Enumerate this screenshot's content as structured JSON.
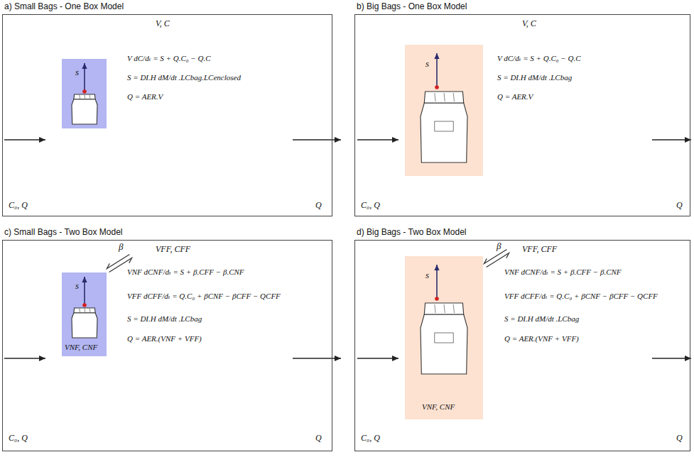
{
  "diagram": {
    "nodes": [
      {
        "text": [
          "a) Small Bags - One Box Model",
          "V, C",
          "V dC/dₜ = S + Q.C₀ − Q.C",
          "S = DI.H dM/dt .LCbag.LCenclosed",
          "Q = AER.V",
          "C₀, Q",
          "Q"
        ]
      },
      {
        "text": [
          "s"
        ],
        "in": 0
      },
      {
        "text": [
          "b) Big Bags - One Box Model",
          "V, C",
          "V dC/dₜ = S + Q.C₀ − Q.C",
          "S = DI.H dM/dt .LCbag",
          "Q = AER.V",
          "C₀, Q",
          "Q"
        ]
      },
      {
        "text": [
          "s"
        ],
        "in": 2
      },
      {
        "text": [
          "c) Small Bags - Two Box Model",
          "VFF, CFF",
          "VNF dCNF/dₜ = S + β.CFF − β.CNF",
          "VFF dCFF/dₜ = Q.C₀ + βCNF − βCFF − QCFF",
          "S = DI.H dM/dt .LCbag",
          "Q = AER.(VNF + VFF)",
          "C₀, Q",
          "Q"
        ]
      },
      {
        "text": [
          "s",
          "VNF, CNF"
        ],
        "in": 4
      },
      {
        "text": [
          "d) Big Bags - Two Box Model",
          "VFF, CFF",
          "VNF dCNF/dₜ = S + β.CFF − β.CNF",
          "VFF dCFF/dₜ = Q.C₀ + βCNF − βCFF − QCFF",
          "S = DI.H dM/dt .LCbag",
          "Q = AER.(VNF + VFF)",
          "C₀, Q",
          "Q"
        ]
      },
      {
        "text": [
          "s",
          "VNF, CNF"
        ],
        "in": 6
      }
    ],
    "labels": [
      "β",
      "β"
    ]
  }
}
